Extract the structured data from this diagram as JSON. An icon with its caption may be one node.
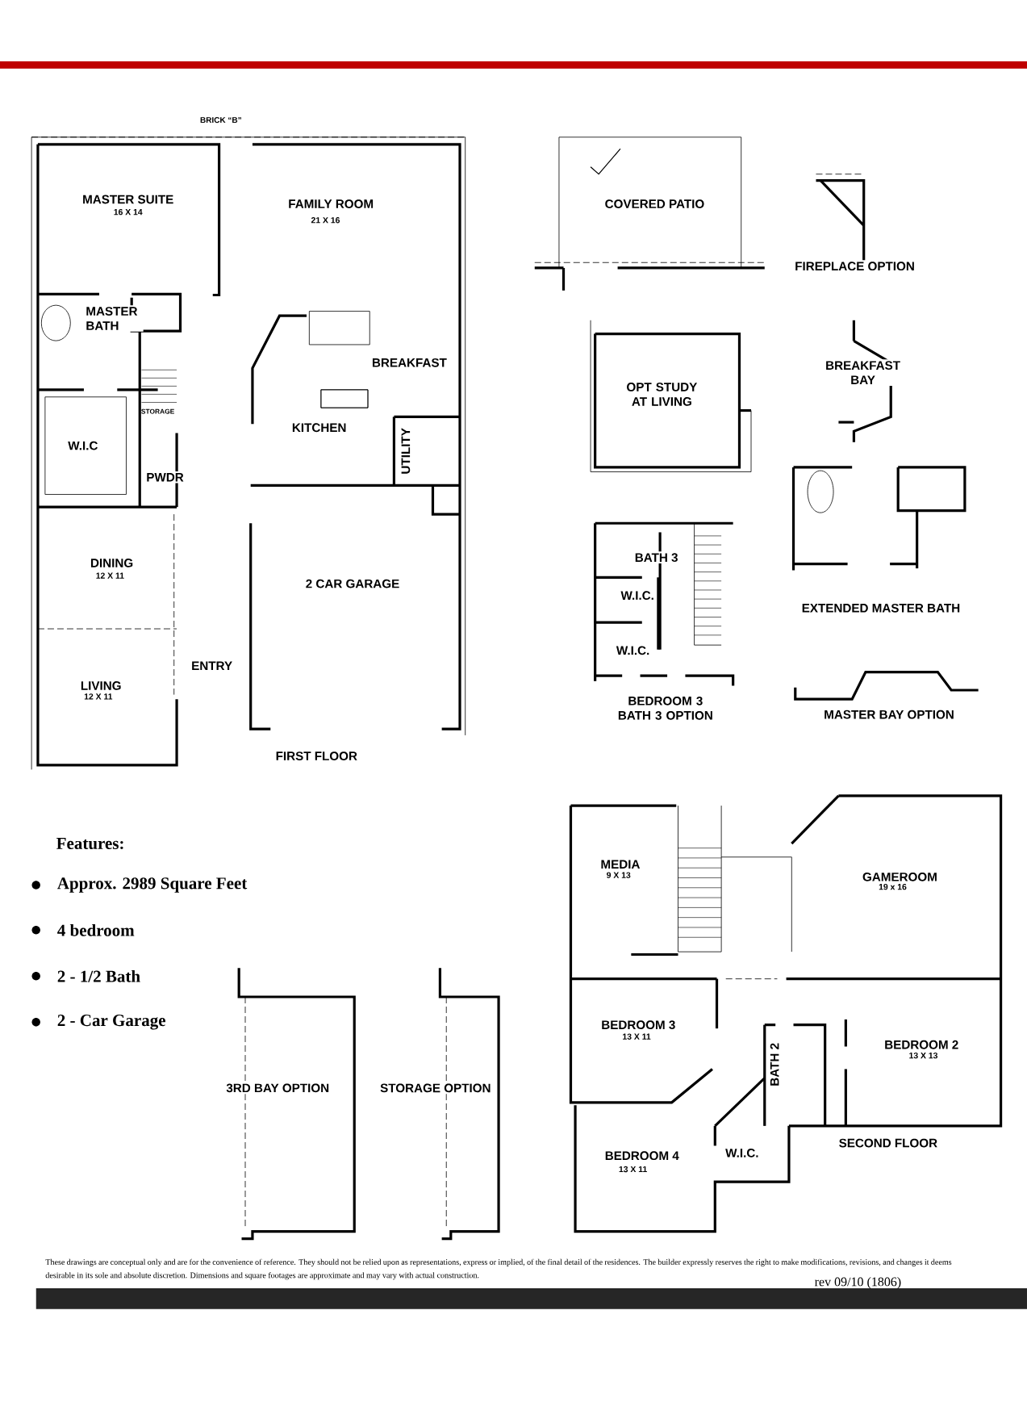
{
  "diagram": {
    "labels": [
      "BRICK “B”",
      "MASTER SUITE",
      "16 X 14",
      "FAMILY ROOM",
      "21 X 16",
      "MASTER BATH",
      "BREAKFAST",
      "STORAGE",
      "KITCHEN",
      "UTILITY",
      "W.I.C",
      "PWDR",
      "DINING",
      "12 X 11",
      "2 CAR GARAGE",
      "ENTRY",
      "LIVING",
      "12 X 11",
      "FIRST FLOOR",
      "COVERED PATIO",
      "FIREPLACE OPTION",
      "BREAKFAST BAY",
      "OPT STUDY AT LIVING",
      "BATH 3",
      "W.I.C.",
      "EXTENDED MASTER BATH",
      "W.I.C.",
      "BEDROOM 3 BATH 3 OPTION",
      "MASTER BAY OPTION",
      "Features:",
      "Approx. 2989 Square Feet",
      "4 bedroom",
      "2 - 1/2 Bath",
      "2 - Car Garage",
      "MEDIA",
      "9 X 13",
      "GAMEROOM",
      "19 x 16",
      "3RD BAY OPTION",
      "STORAGE OPTION",
      "BEDROOM 3",
      "13 X 11",
      "BEDROOM 2",
      "13 X 13",
      "BATH 2",
      "BEDROOM 4",
      "13 X 11",
      "W.I.C.",
      "SECOND FLOOR",
      "These drawings are conceptual only and are for the convenience of reference. They should not be relied upon as representations, express or implied, of the final detail of the residences. The builder expressly reserves the right to make modifications, revisions, and changes it deems desirable in its sole and absolute discretion. Dimensions and square footages are approximate and may vary with actual construction.",
      "rev 09/10 (1806)"
    ]
  }
}
